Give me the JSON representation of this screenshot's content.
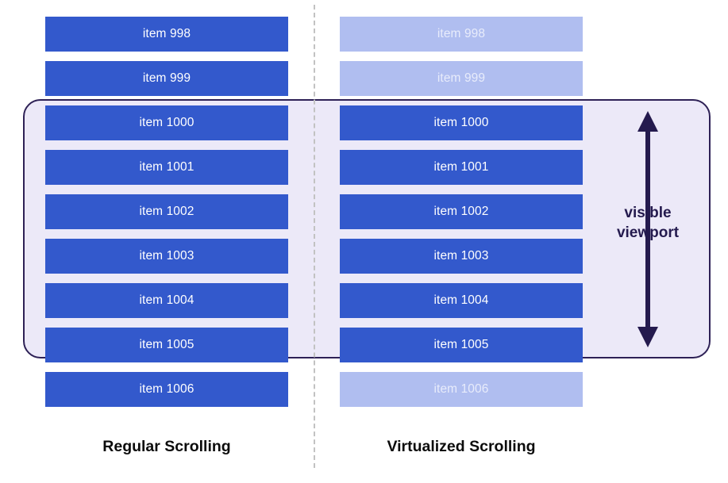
{
  "diagram": {
    "title": "Regular Scrolling vs Virtualized Scrolling",
    "colors": {
      "bar_solid": "#3359cc",
      "bar_faded": "#b0bef0",
      "faded_text": "#e8ecfb",
      "viewport_fill": "#ece9f8",
      "viewport_border": "#2e2156",
      "divider": "#c2c2c2",
      "caption_text": "#0c0c0c",
      "arrow": "#241a4e"
    }
  },
  "left_column": {
    "caption": "Regular Scrolling",
    "items": [
      {
        "label": "item 998",
        "state": "solid",
        "in_viewport": false
      },
      {
        "label": "item 999",
        "state": "solid",
        "in_viewport": false
      },
      {
        "label": "item 1000",
        "state": "solid",
        "in_viewport": true
      },
      {
        "label": "item 1001",
        "state": "solid",
        "in_viewport": true
      },
      {
        "label": "item 1002",
        "state": "solid",
        "in_viewport": true
      },
      {
        "label": "item 1003",
        "state": "solid",
        "in_viewport": true
      },
      {
        "label": "item 1004",
        "state": "solid",
        "in_viewport": true
      },
      {
        "label": "item 1005",
        "state": "solid",
        "in_viewport": true
      },
      {
        "label": "item 1006",
        "state": "solid",
        "in_viewport": false
      }
    ]
  },
  "right_column": {
    "caption": "Virtualized Scrolling",
    "items": [
      {
        "label": "item 998",
        "state": "faded",
        "in_viewport": false
      },
      {
        "label": "item 999",
        "state": "faded",
        "in_viewport": false
      },
      {
        "label": "item 1000",
        "state": "solid",
        "in_viewport": true
      },
      {
        "label": "item 1001",
        "state": "solid",
        "in_viewport": true
      },
      {
        "label": "item 1002",
        "state": "solid",
        "in_viewport": true
      },
      {
        "label": "item 1003",
        "state": "solid",
        "in_viewport": true
      },
      {
        "label": "item 1004",
        "state": "solid",
        "in_viewport": true
      },
      {
        "label": "item 1005",
        "state": "solid",
        "in_viewport": true
      },
      {
        "label": "item 1006",
        "state": "faded",
        "in_viewport": false
      }
    ]
  },
  "viewport": {
    "caption_line1": "visible",
    "caption_line2": "viewport",
    "arrow_icon": "double-headed-vertical-arrow-icon"
  }
}
